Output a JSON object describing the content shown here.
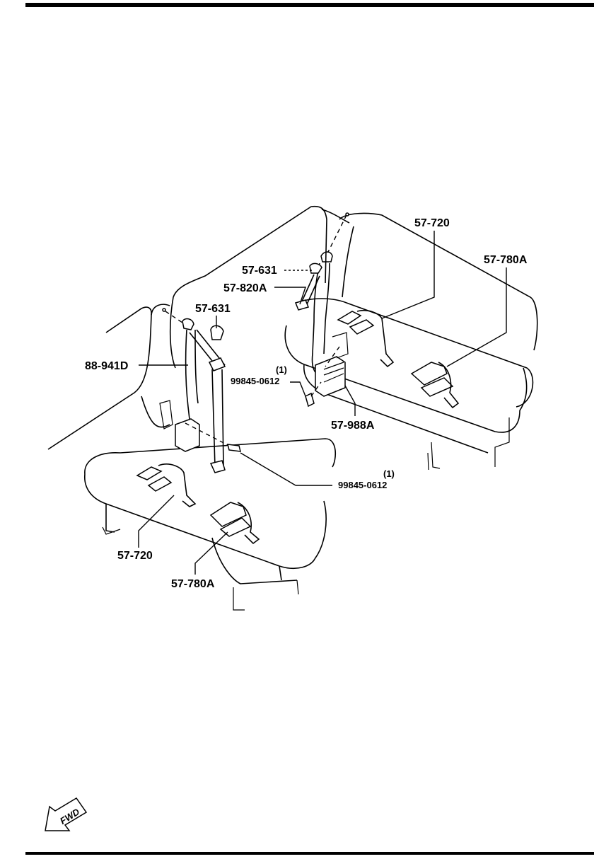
{
  "diagram": {
    "labels": {
      "p57_720_right": "57-720",
      "p57_780a_right": "57-780A",
      "p57_631_upper": "57-631",
      "p57_820a": "57-820A",
      "p57_631_lower": "57-631",
      "p88_941d": "88-941D",
      "bolt_qty_upper": "(1)",
      "bolt_upper": "99845-0612",
      "p57_988a": "57-988A",
      "bolt_qty_lower": "(1)",
      "bolt_lower": "99845-0612",
      "p57_720_left": "57-720",
      "p57_780a_left": "57-780A"
    },
    "fwd_text": "FWD"
  }
}
